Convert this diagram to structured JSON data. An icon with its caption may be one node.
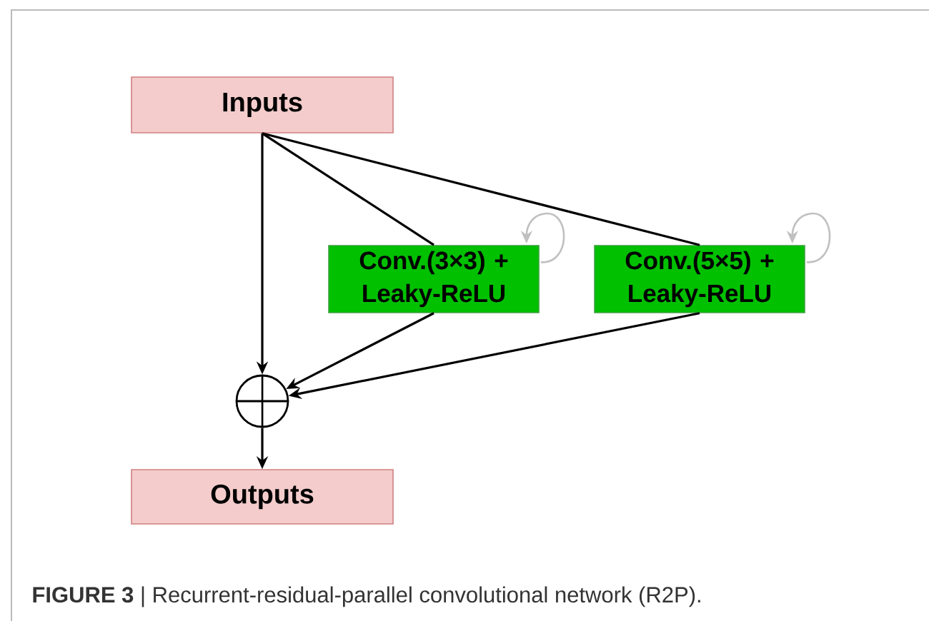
{
  "diagram": {
    "caption": "**FIGURE 3** | Recurrent-residual-parallel convolutional network (R2P).",
    "nodes": [
      {
        "text": [
          "Inputs"
        ]
      },
      {
        "text": [
          "Conv.(3×3) + Leaky-ReLU"
        ]
      },
      {
        "text": [
          "Conv.(5×5) + Leaky-ReLU"
        ]
      },
      {
        "text": [],
        "shape": "circle"
      },
      {
        "text": [
          "Outputs"
        ]
      }
    ],
    "edges": [
      {
        "from": 0,
        "to": 1,
        "arrow": "none"
      },
      {
        "from": 0,
        "to": 2,
        "arrow": "none"
      },
      {
        "from": 1,
        "to": 1,
        "arrow": "to",
        "color": "#c0c0c0"
      },
      {
        "from": 2,
        "to": 2,
        "arrow": "to",
        "color": "#c0c0c0"
      },
      {
        "from": 0,
        "to": 3,
        "arrow": "to"
      },
      {
        "from": 1,
        "to": 3,
        "arrow": "to"
      },
      {
        "from": 2,
        "to": 3,
        "arrow": "to"
      },
      {
        "from": 3,
        "to": 4,
        "arrow": "to"
      }
    ]
  }
}
